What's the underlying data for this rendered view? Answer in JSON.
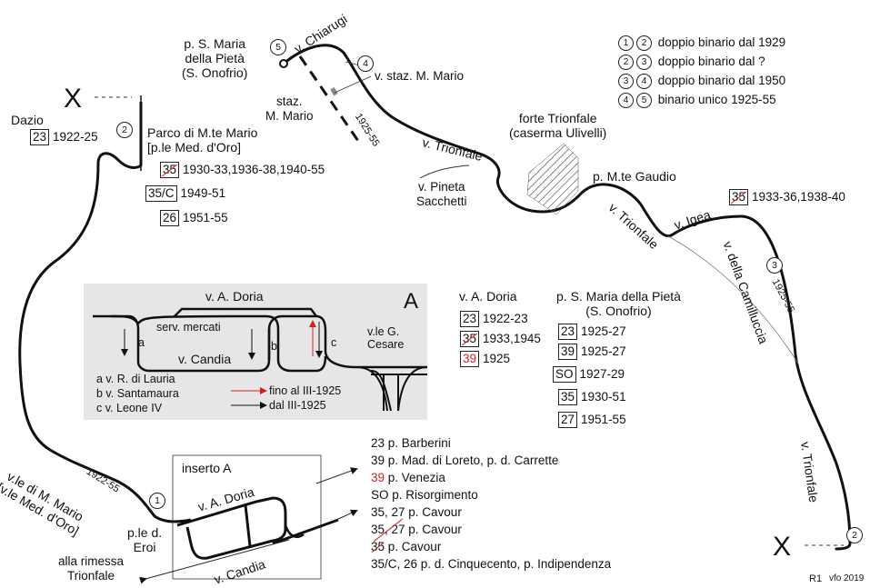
{
  "legend": [
    {
      "a": "1",
      "b": "2",
      "text": "doppio binario dal 1929"
    },
    {
      "a": "2",
      "b": "3",
      "text": "doppio binario dal ?"
    },
    {
      "a": "3",
      "b": "4",
      "text": "doppio binario dal 1950"
    },
    {
      "a": "4",
      "b": "5",
      "text": "binario unico 1925-55"
    }
  ],
  "terminus_santa_maria": {
    "label": "p. S. Maria\ndella Pietà\n(S. Onofrio)",
    "node": "5"
  },
  "streets": {
    "chiarugi": "v. Chiarugi",
    "staz_mmario": "v. staz. M. Mario",
    "staz": "staz.\nM. Mario",
    "trionfale_1": "v. Trionfale",
    "trionfale_2": "v. Trionfale",
    "trionfale_3": "v. Trionfale",
    "pineta": "v. Pineta\nSacchetti",
    "igea": "v. Igea",
    "camilluccia": "v. della Camilluccia",
    "mmario": "v.le di M. Mario\n[v.le Med. d'Oro]",
    "doria": "v. A. Doria",
    "candia": "v. Candia"
  },
  "years_labels": {
    "y1": "1925-55",
    "y2": "1925-55",
    "y3": "1922-55"
  },
  "forte": "forte Trionfale\n(caserma Ulivelli)",
  "gaudio": "p. M.te Gaudio",
  "igea_lines": [
    {
      "num": "35",
      "struck": true,
      "years": "1933-36,1938-40"
    }
  ],
  "dazio": {
    "label": "Dazio",
    "num": "23",
    "years": "1922-25",
    "node": "2"
  },
  "parco": {
    "title": "Parco di M.te Mario\n[p.le Med. d'Oro]",
    "lines": [
      {
        "num": "35",
        "struck": true,
        "years": "1930-33,1936-38,1940-55"
      },
      {
        "num": "35/C",
        "struck": false,
        "years": "1949-51"
      },
      {
        "num": "26",
        "struck": false,
        "years": "1951-55"
      }
    ]
  },
  "inset_a": {
    "letter": "A",
    "doria": "v. A. Doria",
    "serv": "serv. mercati",
    "candia": "v. Candia",
    "cesare": "v.le G.\nCesare",
    "a": "a",
    "b": "b",
    "c": "c",
    "notes": [
      "a v. R. di Lauria",
      "b v. Santamaura",
      "c v. Leone IV"
    ],
    "arrow_red": "fino al III-1925",
    "arrow_black": "dal III-1925"
  },
  "doria_block": {
    "title": "v. A. Doria",
    "lines": [
      {
        "num": "23",
        "struck": false,
        "red": false,
        "years": "1922-23"
      },
      {
        "num": "35",
        "struck": true,
        "red": false,
        "years": "1933,1945"
      },
      {
        "num": "39",
        "struck": false,
        "red": true,
        "years": "1925"
      }
    ]
  },
  "smaria_block": {
    "title": "p. S. Maria della Pietà\n(S. Onofrio)",
    "lines": [
      {
        "num": "23",
        "years": "1925-27"
      },
      {
        "num": "39",
        "years": "1925-27"
      },
      {
        "num": "SO",
        "years": "1927-29"
      },
      {
        "num": "35",
        "years": "1930-51"
      },
      {
        "num": "27",
        "years": "1951-55"
      }
    ]
  },
  "destinations": [
    {
      "num": "23",
      "red": false,
      "struck": false,
      "text": "23 p. Barberini"
    },
    {
      "num": "39",
      "red": false,
      "struck": false,
      "text": "39 p. Mad. di Loreto, p. d. Carrette"
    },
    {
      "num": "39",
      "red": true,
      "struck": false,
      "text": " p. Venezia"
    },
    {
      "num": "SO",
      "red": false,
      "struck": false,
      "text": "SO p. Risorgimento"
    },
    {
      "num": "35, 27",
      "red": false,
      "struck": false,
      "text": "35, 27 p. Cavour"
    },
    {
      "num": "35, 27",
      "red": false,
      "struck": true,
      "text": " p. Cavour"
    },
    {
      "num": "35",
      "red": false,
      "struck": true,
      "text": " p. Cavour"
    },
    {
      "num": "35/C, 26",
      "red": false,
      "struck": false,
      "text": "35/C, 26 p. d. Cinquecento, p. Indipendenza"
    }
  ],
  "insert_box": {
    "title": "inserto A",
    "doria": "v. A. Doria",
    "candia": "v. Candia"
  },
  "eroi": {
    "label": "p.le d.\nEroi",
    "node": "1"
  },
  "rimessa": "alla rimessa\nTrionfale",
  "end_node": "2",
  "cross": "X",
  "credit": {
    "code": "R1",
    "author": "vfo 2019"
  },
  "node_labels": {
    "n4": "4",
    "n3": "3"
  }
}
